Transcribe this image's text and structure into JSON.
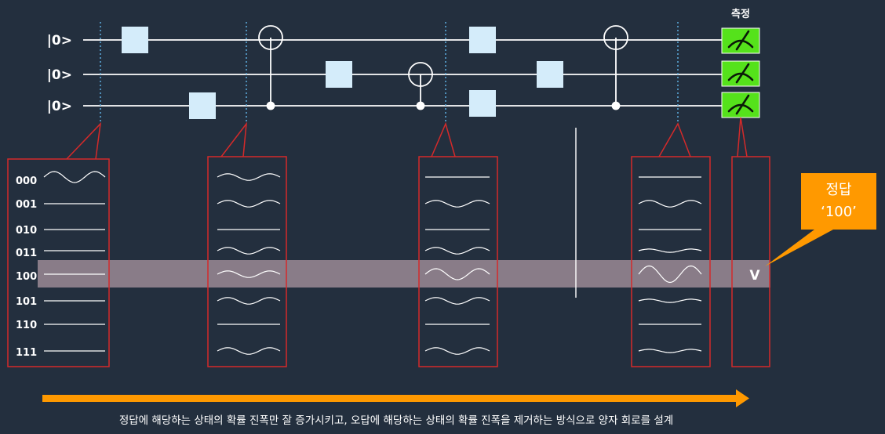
{
  "circuit": {
    "qubit_labels": [
      "|0>",
      "|0>",
      "|0>"
    ],
    "measure_label": "측정"
  },
  "states": {
    "labels": [
      "000",
      "001",
      "010",
      "011",
      "100",
      "101",
      "110",
      "111"
    ],
    "highlight_mark": "V"
  },
  "callout": {
    "line1": "정답",
    "line2": "‘100’"
  },
  "caption": "정답에 해당하는 상태의 확률 진폭만 잘 증가시키고, 오답에 해당하는 상태의 확률 진폭을 제거하는 방식으로 양자 회로를 설계",
  "colors": {
    "background": "#232f3e",
    "gate": "#d4ecfa",
    "measure": "#55e21b",
    "panel_border": "#d42a2a",
    "highlight": "#958590",
    "callout": "#ff9900",
    "arrow": "#ff9900"
  },
  "stages": [
    {
      "waves": [
        1,
        0,
        0,
        0,
        0,
        0,
        0,
        0
      ]
    },
    {
      "waves": [
        0.6,
        0.6,
        0,
        0.6,
        0.6,
        0.6,
        0,
        0.6
      ]
    },
    {
      "waves": [
        0,
        0.6,
        0,
        0.6,
        1,
        0.6,
        0,
        0.6
      ]
    },
    {
      "waves": [
        0,
        0.6,
        0,
        0.3,
        1.5,
        0.3,
        0,
        0.3
      ]
    }
  ]
}
